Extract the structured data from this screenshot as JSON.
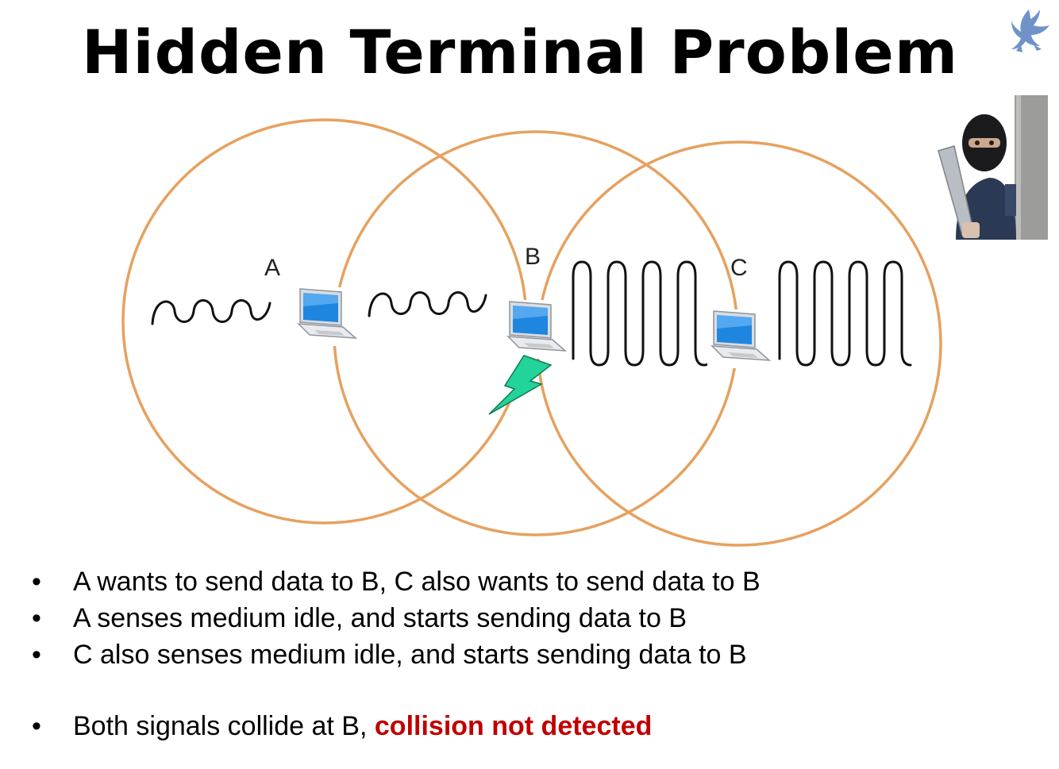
{
  "slide": {
    "title": "Hidden Terminal Problem"
  },
  "diagram": {
    "nodes": [
      {
        "id": "A",
        "label": "A"
      },
      {
        "id": "B",
        "label": "B"
      },
      {
        "id": "C",
        "label": "C"
      }
    ],
    "colors": {
      "range_circle": "#e6a15f",
      "laptop_screen": "#1f86e0",
      "collision_bolt": "#22d39a"
    },
    "icons": [
      "laptop-icon",
      "collision-bolt-icon",
      "signal-wave",
      "masked-thief-image",
      "university-logo-icon"
    ]
  },
  "bullets": [
    {
      "text": "A wants to send data to B, C also wants to send data to B",
      "emphasis": ""
    },
    {
      "text": "A senses medium idle, and starts sending data to B",
      "emphasis": ""
    },
    {
      "text": "C also senses medium idle, and starts sending data to B",
      "emphasis": ""
    },
    {
      "text": "Both signals collide at B, ",
      "emphasis": "collision not detected"
    }
  ],
  "bullet_symbol": "•"
}
